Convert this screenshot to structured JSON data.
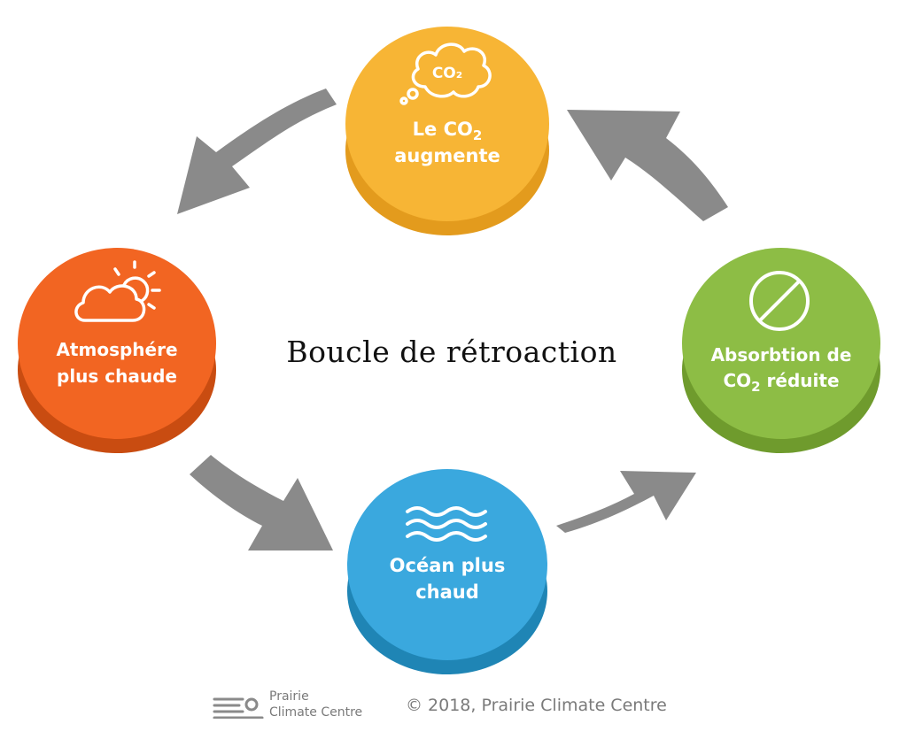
{
  "diagram": {
    "title": "Boucle de rétroaction",
    "nodes": [
      {
        "id": "co2",
        "lines": [
          "Le CO",
          "augmente"
        ],
        "subscript": "2",
        "icon": "co2-cloud-icon",
        "color": "#f7b535",
        "shade": "#e39b1d"
      },
      {
        "id": "absorption",
        "lines": [
          "Absorbtion de",
          " réduite"
        ],
        "prefix": "CO",
        "subscript": "2",
        "icon": "no-symbol-icon",
        "color": "#8dbd45",
        "shade": "#6f9b2d"
      },
      {
        "id": "ocean",
        "lines": [
          "Océan plus",
          "chaud"
        ],
        "icon": "waves-icon",
        "color": "#3aa8de",
        "shade": "#1f85b5"
      },
      {
        "id": "atmosphere",
        "lines": [
          "Atmosphére",
          "plus chaude"
        ],
        "icon": "sun-cloud-icon",
        "color": "#f26522",
        "shade": "#c94c11"
      }
    ],
    "arrow_color": "#8a8a8a"
  },
  "footer": {
    "org_line1": "Prairie",
    "org_line2": "Climate Centre",
    "copyright": "© 2018, Prairie Climate Centre"
  }
}
